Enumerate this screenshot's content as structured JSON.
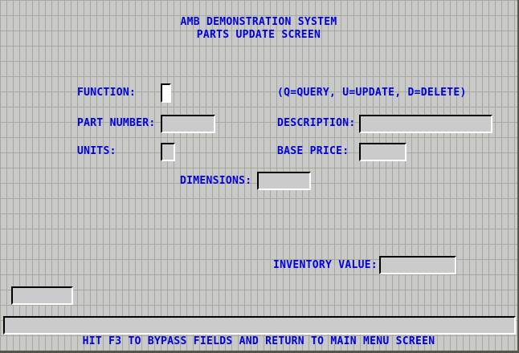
{
  "screen": {
    "title_line1": "AMB DEMONSTRATION SYSTEM",
    "title_line2": "PARTS UPDATE SCREEN",
    "footer_message": "HIT F3 TO BYPASS FIELDS AND RETURN TO MAIN MENU SCREEN"
  },
  "fields": {
    "function": {
      "label": "FUNCTION:",
      "value": "",
      "hint": "(Q=QUERY, U=UPDATE, D=DELETE)"
    },
    "part_number": {
      "label": "PART NUMBER:",
      "value": ""
    },
    "description": {
      "label": "DESCRIPTION:",
      "value": ""
    },
    "units": {
      "label": "UNITS:",
      "value": ""
    },
    "base_price": {
      "label": "BASE PRICE:",
      "value": ""
    },
    "dimensions": {
      "label": "DIMENSIONS:",
      "value": ""
    },
    "inventory_value": {
      "label": "INVENTORY VALUE:",
      "value": ""
    },
    "bottom_left": {
      "value": ""
    },
    "message_bar": {
      "value": ""
    }
  },
  "colors": {
    "label_text": "#0000dd",
    "background": "#c9c9c9",
    "grid_line": "#a5a99a",
    "field_fill": "#cbcbcb",
    "active_field_fill": "#ffffff",
    "window_edge": "#55554c"
  }
}
